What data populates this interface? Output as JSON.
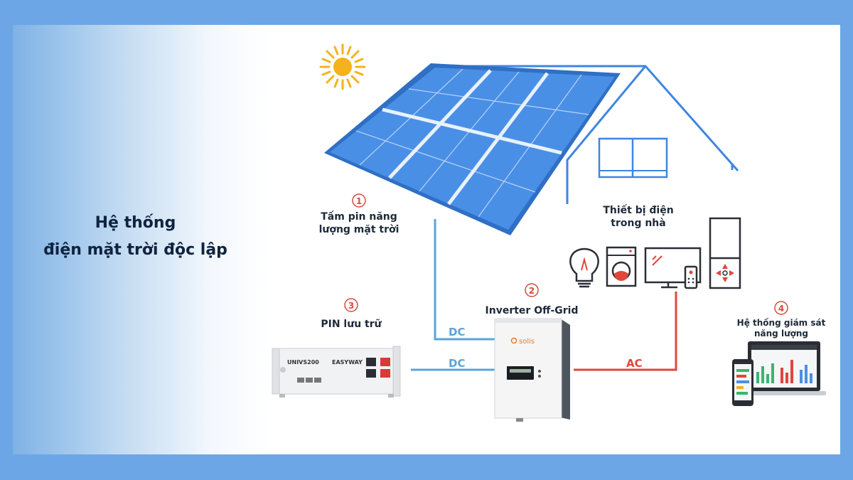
{
  "title": {
    "line1": "Hệ thống",
    "line2": "điện mặt trời độc lập"
  },
  "components": [
    {
      "number": "1",
      "label_line1": "Tấm pin năng",
      "label_line2": "lượng mặt trời",
      "icon": "solar-panel"
    },
    {
      "number": "2",
      "label_line1": "Inverter Off-Grid",
      "icon": "inverter"
    },
    {
      "number": "3",
      "label_line1": "PIN lưu trữ",
      "icon": "battery"
    },
    {
      "number": "4",
      "label_line1": "Hệ thống giám sát",
      "label_line2": "năng lượng",
      "icon": "monitoring-devices"
    }
  ],
  "appliances": {
    "label_line1": "Thiết bị điện",
    "label_line2": "trong nhà",
    "icons": [
      "lightbulb-icon",
      "washing-machine-icon",
      "tv-icon",
      "remote-icon",
      "fridge-icon"
    ]
  },
  "connections": [
    {
      "from": "solar-panel",
      "to": "inverter",
      "type": "DC",
      "color": "#5aa4dc"
    },
    {
      "from": "battery",
      "to": "inverter",
      "type": "DC",
      "color": "#5aa4dc"
    },
    {
      "from": "inverter",
      "to": "appliances",
      "type": "AC",
      "color": "#e0463c"
    }
  ],
  "battery": {
    "model": "UNIVS200",
    "brand": "EASYWAY"
  },
  "inverter": {
    "brand": "solis"
  },
  "colors": {
    "background": "#6ca6e6",
    "panel": "#3f86e0",
    "dc_line": "#5aa4dc",
    "ac_line": "#e0463c",
    "sun": "#f6b21a",
    "number": "#d64b3c"
  }
}
